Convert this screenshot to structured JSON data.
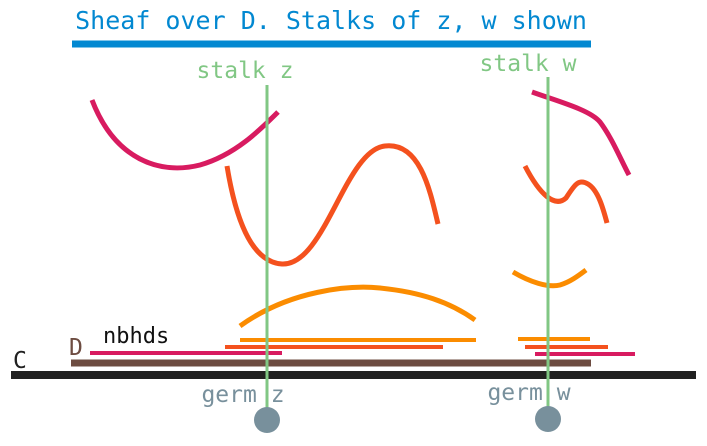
{
  "title": "Sheaf over D. Stalks of z, w shown",
  "labels": {
    "stalk_z": "stalk z",
    "stalk_w": "stalk w",
    "germ_z": "germ z",
    "germ_w": "germ w",
    "base_space": "C",
    "domain": "D",
    "neighborhoods": "nbhds"
  },
  "colors": {
    "title": "#0288d1",
    "title_bar": "#0288d1",
    "stalk": "#81c784",
    "germ": "#78909c",
    "base_line": "#212121",
    "domain_bar": "#6d4c41",
    "section_crimson": "#d81b60",
    "section_orange": "#f4511e",
    "section_amber": "#fb8c00"
  }
}
